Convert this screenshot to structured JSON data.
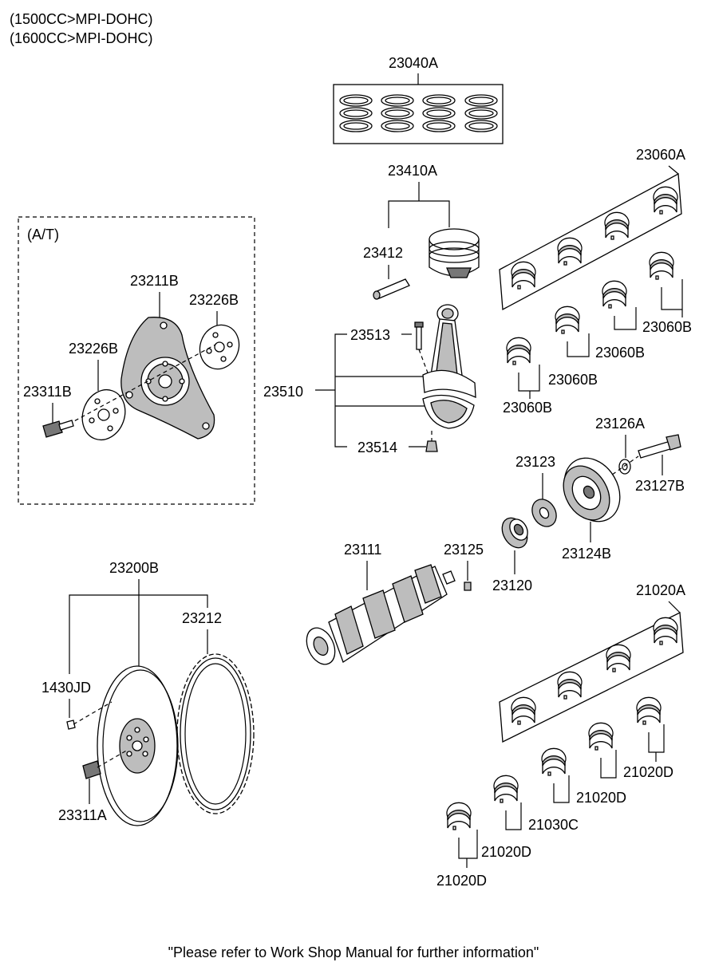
{
  "header": {
    "line1": "(1500CC>MPI-DOHC)",
    "line2": "(1600CC>MPI-DOHC)"
  },
  "at_box_label": "(A/T)",
  "footer": "\"Please refer to Work Shop Manual for further information\"",
  "parts": {
    "p23040A": "23040A",
    "p23410A": "23410A",
    "p23412": "23412",
    "p23060A": "23060A",
    "p23060B_1": "23060B",
    "p23060B_2": "23060B",
    "p23060B_3": "23060B",
    "p23060B_4": "23060B",
    "p23211B": "23211B",
    "p23226B_1": "23226B",
    "p23226B_2": "23226B",
    "p23311B": "23311B",
    "p23513": "23513",
    "p23510": "23510",
    "p23514": "23514",
    "p23126A": "23126A",
    "p23123": "23123",
    "p23127B": "23127B",
    "p23124B": "23124B",
    "p23111": "23111",
    "p23125": "23125",
    "p23120": "23120",
    "p23200B": "23200B",
    "p23212": "23212",
    "p1430JD": "1430JD",
    "p23311A": "23311A",
    "p21020A": "21020A",
    "p21020D_1": "21020D",
    "p21020D_2": "21020D",
    "p21030C": "21030C",
    "p21020D_3": "21020D",
    "p21020D_4": "21020D"
  }
}
